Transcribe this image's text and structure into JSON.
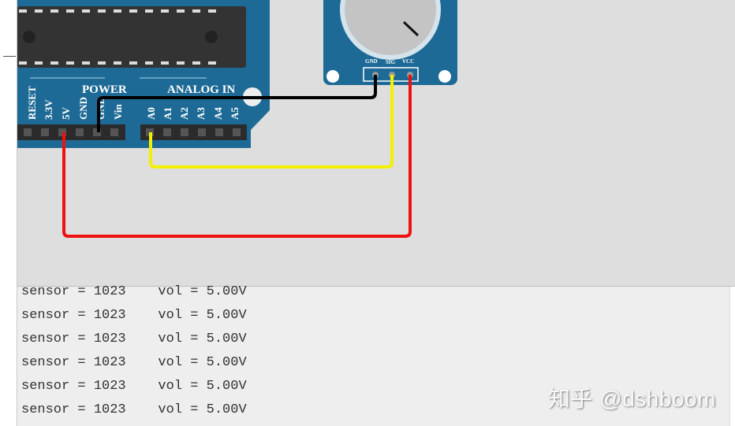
{
  "circuit": {
    "power_label": "POWER",
    "analog_label": "ANALOG IN",
    "power_pins": [
      "RESET",
      "3.3V",
      "5V",
      "GND",
      "GND",
      "Vin"
    ],
    "analog_pins": [
      "A0",
      "A1",
      "A2",
      "A3",
      "A4",
      "A5"
    ],
    "pot_pins": [
      "GND",
      "SIG",
      "VCC"
    ],
    "colors": {
      "board": "#1e6a96",
      "wire_gnd": "#000000",
      "wire_sig": "#f5f000",
      "wire_vcc": "#ee1111"
    }
  },
  "serial": {
    "lines": [
      "sensor = 1023    vol = 5.00V",
      "sensor = 1023    vol = 5.00V",
      "sensor = 1023    vol = 5.00V",
      "sensor = 1023    vol = 5.00V",
      "sensor = 1023    vol = 5.00V",
      "sensor = 1023    vol = 5.00V"
    ]
  },
  "watermark": "知乎 @dshboom"
}
